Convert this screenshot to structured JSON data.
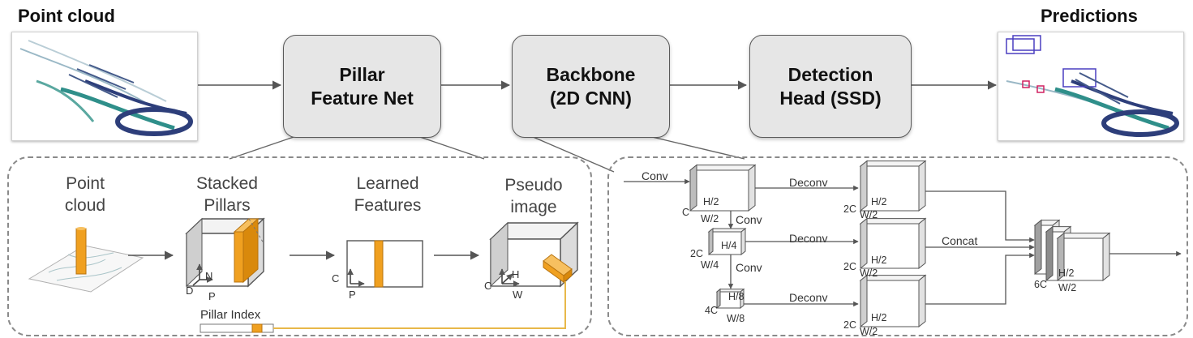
{
  "top": {
    "input_title": "Point cloud",
    "output_title": "Predictions",
    "stages": [
      {
        "line1": "Pillar",
        "line2": "Feature Net"
      },
      {
        "line1": "Backbone",
        "line2": "(2D CNN)"
      },
      {
        "line1": "Detection",
        "line2": "Head (SSD)"
      }
    ]
  },
  "pillar_panel": {
    "point_cloud": {
      "line1": "Point",
      "line2": "cloud"
    },
    "stacked": {
      "line1": "Stacked",
      "line2": "Pillars",
      "axis_d": "D",
      "axis_n": "N",
      "axis_p": "P"
    },
    "learned": {
      "line1": "Learned",
      "line2": "Features",
      "axis_c": "C",
      "axis_p": "P"
    },
    "pseudo": {
      "line1": "Pseudo",
      "line2": "image",
      "axis_c": "C",
      "axis_h": "H",
      "axis_w": "W"
    },
    "pillar_index": "Pillar Index"
  },
  "backbone_panel": {
    "conv_in": "Conv",
    "conv": "Conv",
    "deconv": "Deconv",
    "concat": "Concat",
    "block1": {
      "c": "C",
      "h": "H/2",
      "w": "W/2"
    },
    "block2": {
      "c": "2C",
      "h": "H/4",
      "w": "W/4"
    },
    "block3": {
      "c": "4C",
      "h": "H/8",
      "w": "W/8"
    },
    "up1": {
      "c": "2C",
      "h": "H/2",
      "w": "W/2"
    },
    "up2": {
      "c": "2C",
      "h": "H/2",
      "w": "W/2"
    },
    "up3": {
      "c": "2C",
      "h": "H/2",
      "w": "W/2"
    },
    "out": {
      "c": "6C",
      "h": "H/2",
      "w": "W/2"
    }
  },
  "colors": {
    "accent_orange": "#f0a020",
    "pillar_index_line": "#e8b84a",
    "teal": "#2f8f8a",
    "navy": "#2d3e7a"
  }
}
